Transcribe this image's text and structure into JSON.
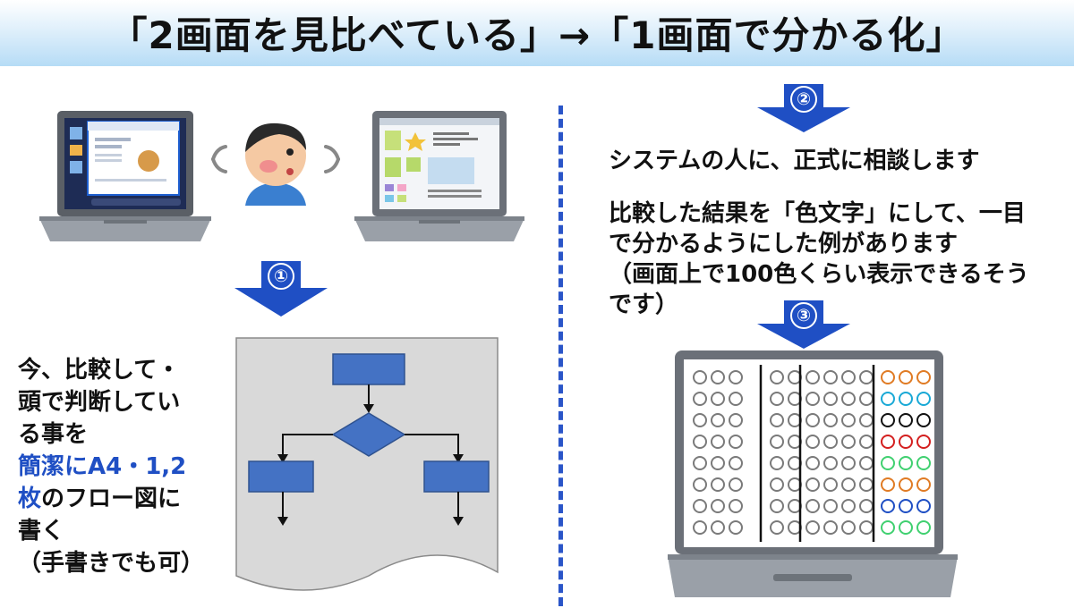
{
  "title": "「2画面を見比べている」→「1画面で分かる化」",
  "steps": {
    "step1": "①",
    "step2": "②",
    "step3": "③"
  },
  "left_text": {
    "line1": "今、比較して・",
    "line2": "頭で判断してい",
    "line3": "る事を",
    "line4": "簡潔にA4・1,2",
    "line5_blue": "枚",
    "line5_rest": "のフロー図に",
    "line6": "書く",
    "line7": "（手書きでも可）"
  },
  "right_text": {
    "consult": "システムの人に、正式に相談します",
    "example_line1": "比較した結果を「色文字」にして、一目",
    "example_line2": "で分かるようにした例があります",
    "example_line3": "（画面上で100色くらい表示できるそう",
    "example_line4": "です）"
  },
  "colors": {
    "accent_blue": "#1f4fc4",
    "arrow_blue": "#1f4fc4",
    "flow_box": "#4472c4",
    "row_colors": [
      "#e07b24",
      "#1aa9d6",
      "#111111",
      "#d42020",
      "#40d070",
      "#e07b24",
      "#1f4fc4",
      "#40d070"
    ]
  },
  "icons": [
    "laptop-icon",
    "person-icon",
    "flowchart-icon",
    "down-arrow-icon"
  ]
}
